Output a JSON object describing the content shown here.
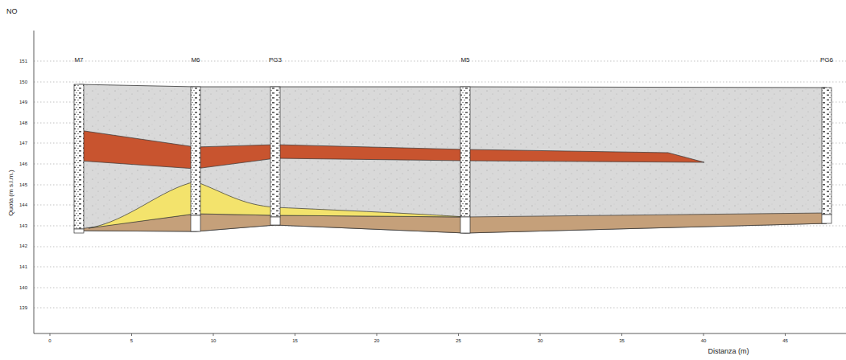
{
  "diagram": {
    "labels": [
      "NO",
      "M7",
      "M6",
      "PG3",
      "M5",
      "PG6",
      "151",
      "150",
      "149",
      "148",
      "147",
      "146",
      "145",
      "144",
      "143",
      "142",
      "141",
      "140",
      "139",
      "Quota (m s.l.m.)",
      "0",
      "5",
      "10",
      "15",
      "20",
      "25",
      "30",
      "35",
      "40",
      "45",
      "Distanza (m)"
    ]
  }
}
